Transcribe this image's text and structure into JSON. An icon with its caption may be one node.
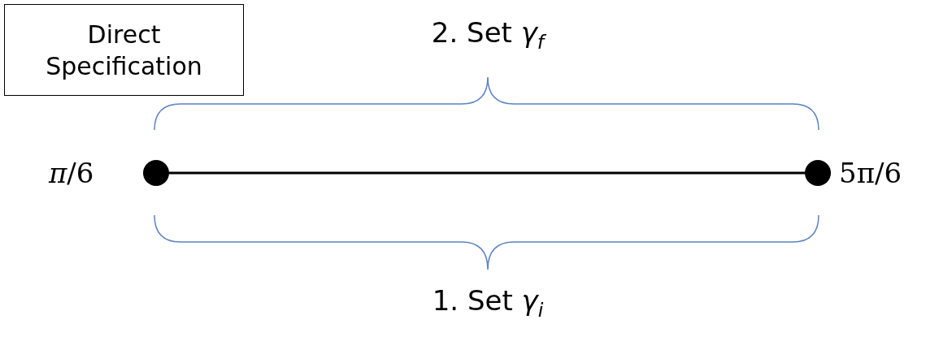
{
  "diagram": {
    "nodes": [
      {
        "text": [
          "Direct Specification"
        ]
      },
      {
        "text": [],
        "shape": "circle",
        "beside": [
          "*π*/6"
        ]
      },
      {
        "text": [],
        "shape": "circle",
        "beside": [
          "5π/6"
        ]
      }
    ],
    "edges": [
      {
        "from": 1,
        "to": 2,
        "arrow": "none"
      }
    ],
    "labels": [
      "2. Set *γ*$_{f}$",
      "1. Set *γ*$_{i}$"
    ]
  }
}
